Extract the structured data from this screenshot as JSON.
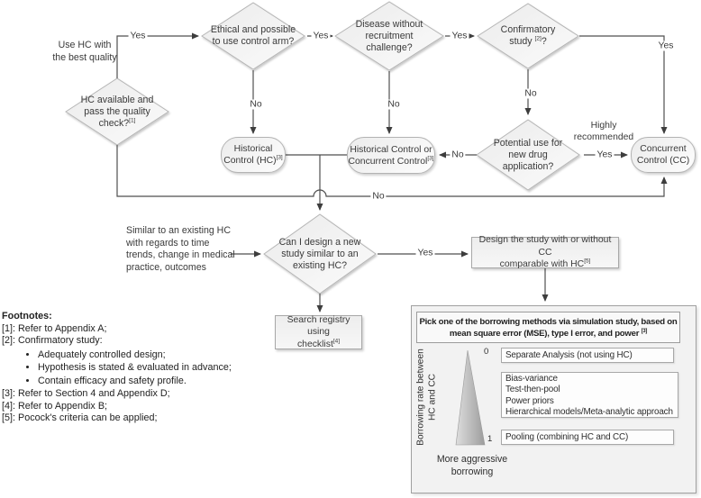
{
  "colors": {
    "line": "#4f4f4f",
    "node_border": "#b3b3b3",
    "panel_bg": "#f2f2f2",
    "wedge_gray": "#a6a6a6"
  },
  "diagram": {
    "nodes": {
      "quality": {
        "text": "HC available and\npass the quality\ncheck?",
        "sup": "[1]"
      },
      "ethical": {
        "text": "Ethical and possible\nto use control arm?"
      },
      "disease": {
        "text": "Disease without\nrecruitment\nchallenge?"
      },
      "confirmatory": {
        "line1": "Confirmatory",
        "line2_pre": "study ",
        "sup": "[2]",
        "line2_post": "?"
      },
      "potential": {
        "text": "Potential use for\nnew drug\napplication?"
      },
      "design_similar": {
        "text": "Can I design a new\nstudy similar to an\nexisting HC?"
      },
      "hc": {
        "text": "Historical\nControl (HC)",
        "sup": "[3]"
      },
      "hc_or_cc": {
        "text": "Historical Control or\nConcurrent Control",
        "sup": "[3]"
      },
      "cc": {
        "text": "Concurrent\nControl (CC)"
      },
      "design_study": {
        "text": "Design the study with or without CC\ncomparable with HC",
        "sup": "[5]"
      },
      "search_registry": {
        "text": "Search registry using\nchecklist",
        "sup": "[4]"
      }
    },
    "edge_labels": {
      "quality_yes": "Yes",
      "ethical_yes": "Yes",
      "disease_yes": "Yes",
      "confirmatory_yes": "Yes",
      "ethical_no": "No",
      "disease_no": "No",
      "confirmatory_no": "No",
      "potential_no": "No",
      "potential_yes": "Yes",
      "quality_no": "No",
      "similar_yes": "Yes"
    },
    "annotations": {
      "use_hc": "Use HC with\nthe best quality",
      "highly_recommended": "Highly\nrecommended",
      "similar_hc": "Similar to an existing HC\nwith regards to time\ntrends, change in medical\npractice, outcomes"
    }
  },
  "borrowing_panel": {
    "title": "Pick one of the borrowing methods via simulation study, based on\nmean square error (MSE), type I error, and power ",
    "title_sup": "[3]",
    "axis_label": "Borrowing rate between\nHC and CC",
    "scale_top": "0",
    "scale_bottom": "1",
    "methods": {
      "separate": "Separate Analysis (not using HC)",
      "middle": "Bias-variance\nTest-then-pool\nPower priors\nHierarchical models/Meta-analytic approach",
      "pooling": "Pooling (combining HC and CC)"
    },
    "caption": "More aggressive\nborrowing"
  },
  "footnotes": {
    "heading": "Footnotes:",
    "fn1": "[1]: Refer to Appendix A;",
    "fn2": "[2]: Confirmatory study:",
    "bullets": [
      "Adequately controlled design;",
      "Hypothesis is stated & evaluated in advance;",
      "Contain efficacy and safety profile."
    ],
    "fn3": "[3]: Refer to Section 4 and Appendix D;",
    "fn4": "[4]: Refer to Appendix B;",
    "fn5": "[5]: Pocock's criteria can be applied;"
  }
}
